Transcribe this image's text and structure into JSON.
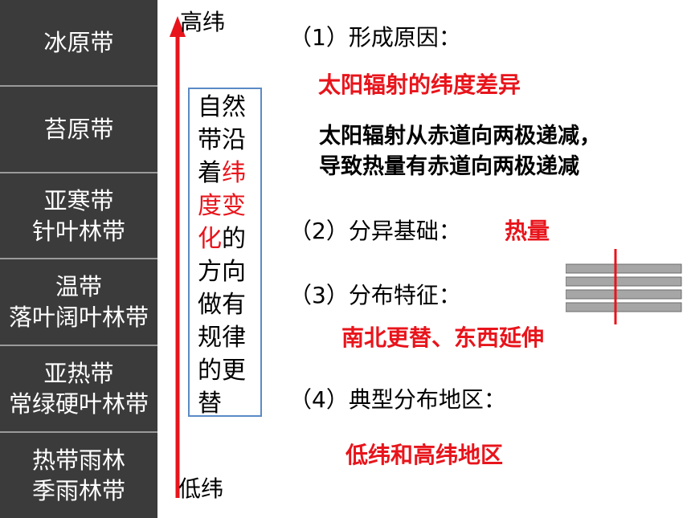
{
  "zones": [
    {
      "lines": [
        "冰原带"
      ]
    },
    {
      "lines": [
        "苔原带"
      ]
    },
    {
      "lines": [
        "亚寒带",
        "针叶林带"
      ]
    },
    {
      "lines": [
        "温带",
        "落叶阔叶林带"
      ]
    },
    {
      "lines": [
        "亚热带",
        "常绿硬叶林带"
      ]
    },
    {
      "lines": [
        "热带雨林",
        "季雨林带"
      ]
    }
  ],
  "latitude": {
    "high": "高纬",
    "low": "低纬"
  },
  "vbox_rows": [
    [
      {
        "t": "自然",
        "red": false
      }
    ],
    [
      {
        "t": "带沿",
        "red": false
      }
    ],
    [
      {
        "t": "着",
        "red": false
      },
      {
        "t": "纬",
        "red": true
      }
    ],
    [
      {
        "t": "度变",
        "red": true
      }
    ],
    [
      {
        "t": "化",
        "red": true
      },
      {
        "t": "的",
        "red": false
      }
    ],
    [
      {
        "t": "方向",
        "red": false
      }
    ],
    [
      {
        "t": "做有",
        "red": false
      }
    ],
    [
      {
        "t": "规律",
        "red": false
      }
    ],
    [
      {
        "t": "的更",
        "red": false
      }
    ],
    [
      {
        "t": "替",
        "red": false
      }
    ]
  ],
  "sections": {
    "formation": {
      "heading": "（1）形成原因：",
      "cause": "太阳辐射的纬度差异",
      "explain_1": "太阳辐射从赤道向两极递减，",
      "explain_2": "导致热量有赤道向两极递减"
    },
    "basis": {
      "heading": "（2）分异基础：",
      "value": "热量"
    },
    "feature": {
      "heading": "（3）分布特征：",
      "value": "南北更替、东西延伸"
    },
    "region": {
      "heading": "（4）典型分布地区：",
      "value": "低纬和高纬地区"
    }
  },
  "colors": {
    "zone_bg": "#3b3b3b",
    "zone_divider": "#9a9a9a",
    "accent_red": "#e8141b",
    "box_border": "#5a8ac6",
    "stripe_fill": "#a6a6a6"
  }
}
